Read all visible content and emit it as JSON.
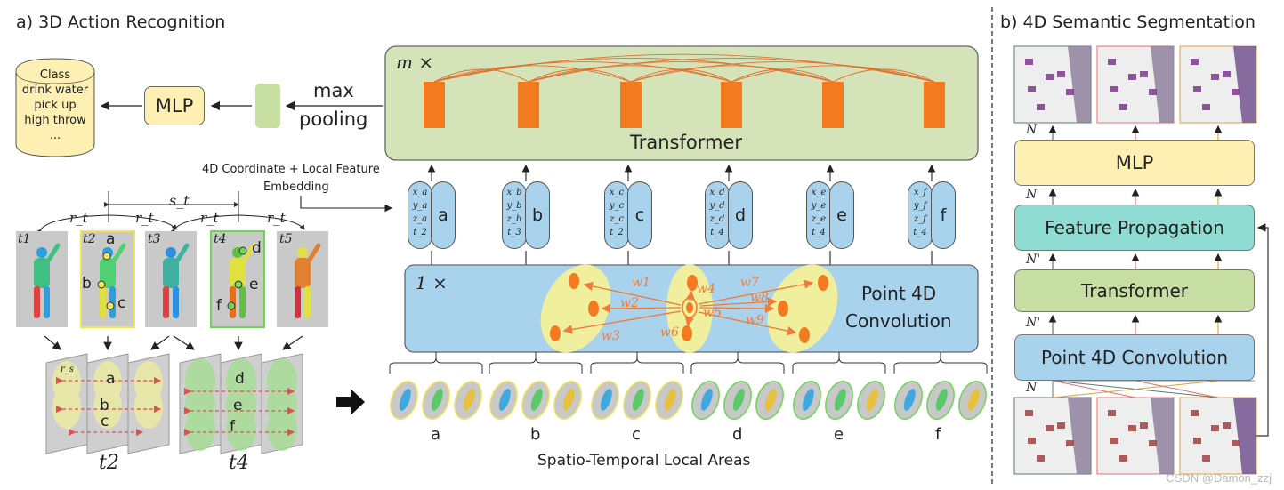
{
  "section_a": {
    "title": "a) 3D Action Recognition",
    "class_box": {
      "header": "Class",
      "items": [
        "drink water",
        "pick up",
        "high throw",
        "..."
      ]
    },
    "mlp": "MLP",
    "max_pooling": [
      "max",
      "pooling"
    ],
    "transformer_repeat": "m ×",
    "transformer_label": "Transformer",
    "embedding_label": [
      "4D Coordinate + Local Feature",
      "Embedding"
    ],
    "tokens": [
      {
        "id": "a",
        "coords": [
          "x_a",
          "y_a",
          "z_a",
          "t_2"
        ]
      },
      {
        "id": "b",
        "coords": [
          "x_b",
          "y_b",
          "z_b",
          "t_3"
        ]
      },
      {
        "id": "c",
        "coords": [
          "x_c",
          "y_c",
          "z_c",
          "t_2"
        ]
      },
      {
        "id": "d",
        "coords": [
          "x_d",
          "y_d",
          "z_d",
          "t_4"
        ]
      },
      {
        "id": "e",
        "coords": [
          "x_e",
          "y_e",
          "z_e",
          "t_4"
        ]
      },
      {
        "id": "f",
        "coords": [
          "x_f",
          "y_f",
          "z_f",
          "t_4"
        ]
      }
    ],
    "conv_repeat": "1 ×",
    "conv_label": [
      "Point 4D",
      "Convolution"
    ],
    "weights": [
      "w1",
      "w2",
      "w3",
      "w4",
      "w5",
      "w6",
      "w7",
      "w8",
      "w9"
    ],
    "stride_label": "s_t",
    "radius_labels": [
      "r_t",
      "r_t",
      "r_t",
      "r_t"
    ],
    "frames": [
      "t1",
      "t2",
      "t3",
      "t4",
      "t5"
    ],
    "frame_points_t2": [
      "a",
      "b",
      "c"
    ],
    "frame_points_t4": [
      "d",
      "e",
      "f"
    ],
    "space_radius": "r_s",
    "stack_labels": [
      "t2",
      "t4"
    ],
    "local_area_labels": [
      "a",
      "b",
      "c",
      "d",
      "e",
      "f"
    ],
    "local_areas_caption": "Spatio-Temporal Local Areas"
  },
  "section_b": {
    "title": "b) 4D Semantic Segmentation",
    "mlp": "MLP",
    "feature_propagation": "Feature Propagation",
    "transformer": "Transformer",
    "point4d": "Point 4D Convolution",
    "dim_labels": [
      "N",
      "N",
      "N'",
      "N'",
      "N"
    ]
  },
  "colors": {
    "transformer_bg": "#d4e4b8",
    "token_orange": "#f47a20",
    "conv_bg": "#a9d3ec",
    "mlp_bg": "#fdf0b2",
    "fp_bg": "#8fdcd2",
    "yellow_blob": "#f2f09a",
    "green_blob": "#9fe08a",
    "arrow_orange": "#ef7a3a"
  },
  "watermark": "CSDN @Damon_zzj"
}
